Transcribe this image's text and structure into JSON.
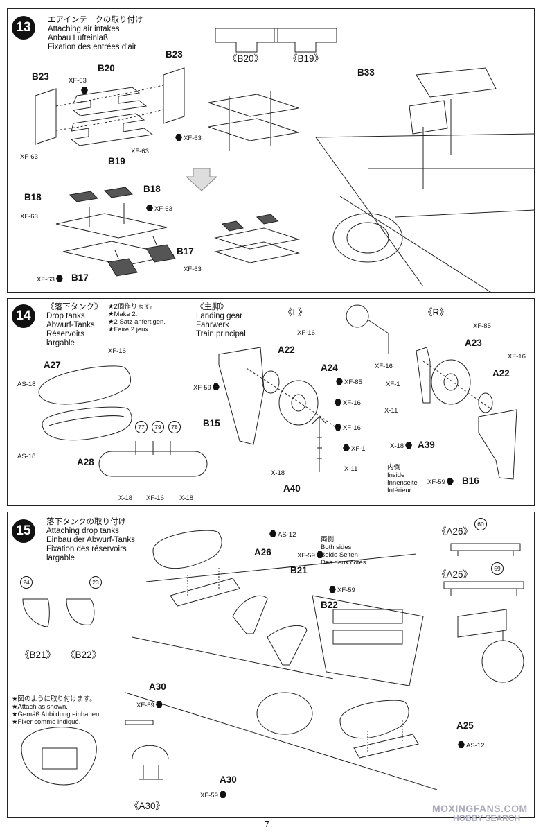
{
  "page_number": "7",
  "watermark": {
    "line1": "MOXINGFANS.COM",
    "line2": "HOBBY SEARCH"
  },
  "steps": {
    "s13": {
      "number": "13",
      "title_jp": "エアインテークの取り付け",
      "title_en": "Attaching air intakes",
      "title_de": "Anbau Lufteinlaß",
      "title_fr": "Fixation des entrées d'air",
      "labels": {
        "b20_caption": "《B20》",
        "b19_caption": "《B19》",
        "b23_left": "B23",
        "b23_right": "B23",
        "b20": "B20",
        "b19": "B19",
        "b33": "B33",
        "b18_left": "B18",
        "b18_right": "B18",
        "b17_right": "B17",
        "b17_left": "B17",
        "xf63": "XF-63"
      }
    },
    "s14": {
      "number": "14",
      "title_jp": "《落下タンク》",
      "title_en": "Drop tanks",
      "title_de": "Abwurf-Tanks",
      "title_fr": "Réservoirs",
      "title_fr2": "largable",
      "make_jp": "★2個作ります。",
      "make_en": "★Make 2.",
      "make_de": "★2 Satz anfertigen.",
      "make_fr": "★Faire 2 jeux.",
      "gear_jp": "《主脚》",
      "gear_en": "Landing gear",
      "gear_de": "Fahrwerk",
      "gear_fr": "Train principal",
      "left_mark": "《L》",
      "right_mark": "《R》",
      "inside_jp": "内側",
      "inside_en": "Inside",
      "inside_de": "Innenseite",
      "inside_fr": "Intérieur",
      "callouts": [
        "77",
        "79",
        "78"
      ],
      "labels": {
        "a27": "A27",
        "a28": "A28",
        "xf16": "XF-16",
        "as18": "AS-18",
        "x18": "X-18",
        "a22": "A22",
        "a24": "A24",
        "xf85": "XF-85",
        "xf59": "XF-59",
        "b15": "B15",
        "xf1": "XF-1",
        "x11": "X-11",
        "a40": "A40",
        "a23": "A23",
        "a39": "A39",
        "b16": "B16"
      }
    },
    "s15": {
      "number": "15",
      "title_jp": "落下タンクの取り付け",
      "title_en": "Attaching drop tanks",
      "title_de": "Einbau der Abwurf-Tanks",
      "title_fr": "Fixation des réservoirs",
      "title_fr2": "largable",
      "both_jp": "両側",
      "both_en": "Both sides",
      "both_de": "Beide Seiten",
      "both_fr": "Des deux côtés",
      "shown_jp": "★図のように取り付けます。",
      "shown_en": "★Attach as shown.",
      "shown_de": "★Gemäß Abbildung einbauen.",
      "shown_fr": "★Fixer comme indiqué.",
      "callouts": [
        "24",
        "23",
        "60",
        "59"
      ],
      "labels": {
        "b21_caption": "《B21》",
        "b22_caption": "《B22》",
        "a26_caption": "《A26》",
        "a25_caption": "《A25》",
        "a30_caption": "《A30》",
        "as12": "AS-12",
        "a26": "A26",
        "xf59": "XF-59",
        "b21": "B21",
        "b22": "B22",
        "a30": "A30",
        "a25": "A25"
      }
    }
  }
}
